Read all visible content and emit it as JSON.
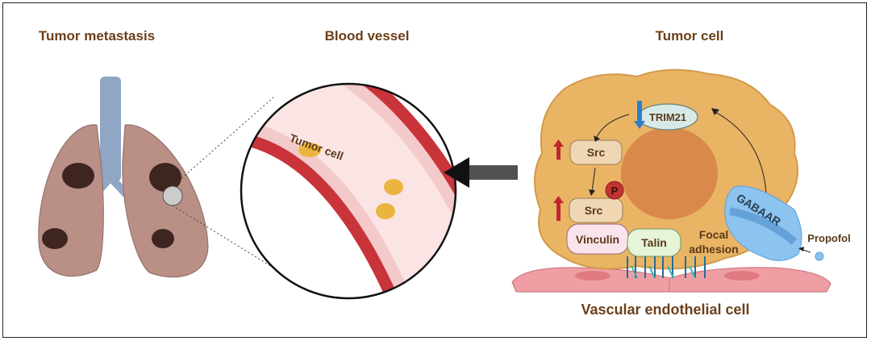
{
  "titles": {
    "left": "Tumor metastasis",
    "middle": "Blood vessel",
    "right": "Tumor cell",
    "bottom": "Vascular endothelial cell"
  },
  "vessel": {
    "label": "Tumor cell"
  },
  "cell": {
    "trim21": "TRIM21",
    "src_top": "Src",
    "src_bottom": "Src",
    "phospho": "P",
    "vinculin": "Vinculin",
    "talin": "Talin",
    "focal": "Focal",
    "adhesion": "adhesion",
    "receptor": "GABAAR",
    "drug": "Propofol"
  },
  "colors": {
    "title": "#6b3f1a",
    "cell_body": "#eab465",
    "nucleus": "#d9894a",
    "vessel_wall": "#c8343a",
    "receptor": "#6fb1e4",
    "up_arrow": "#c0262d",
    "down_arrow": "#2e7fc8"
  }
}
